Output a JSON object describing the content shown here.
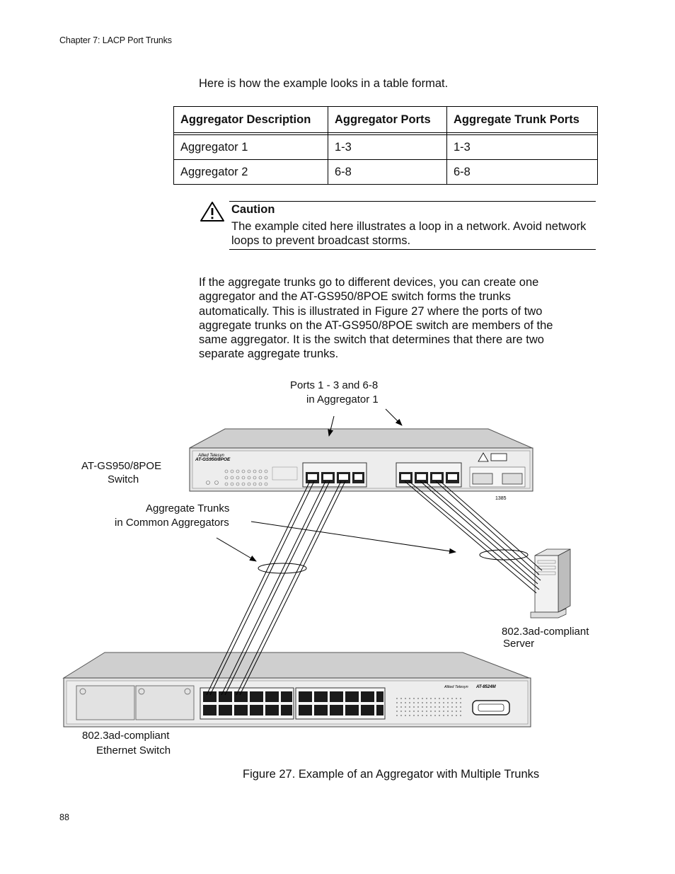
{
  "header": {
    "chapter": "Chapter 7: LACP Port Trunks"
  },
  "intro_text": "Here is how the example looks in a table format.",
  "table": {
    "columns": [
      "Aggregator Description",
      "Aggregator Ports",
      "Aggregate Trunk Ports"
    ],
    "rows": [
      [
        "Aggregator 1",
        "1-3",
        "1-3"
      ],
      [
        "Aggregator 2",
        "6-8",
        "6-8"
      ]
    ]
  },
  "caution": {
    "icon": "warning-triangle-icon",
    "title": "Caution",
    "text": "The example cited here illustrates a loop in a network. Avoid network loops to prevent broadcast storms."
  },
  "body_paragraph": "If the aggregate trunks go to different devices, you can create one aggregator and the AT-GS950/8POE switch forms the trunks automatically. This is illustrated in Figure 27 where the ports of two aggregate trunks on the AT-GS950/8POE switch are members of the same aggregator. It is the switch that determines that there are two separate aggregate trunks.",
  "figure": {
    "labels": {
      "ports_line1": "Ports 1 - 3 and 6-8",
      "ports_line2": "in Aggregator 1",
      "switch_line1": "AT-GS950/8POE",
      "switch_line2": "Switch",
      "trunks_line1": "Aggregate Trunks",
      "trunks_line2": "in Common Aggregators",
      "server_line1": "802.3ad-compliant",
      "server_line2": "Server",
      "eth_line1": "802.3ad-compliant",
      "eth_line2": "Ethernet Switch",
      "figure_id": "1385"
    },
    "device_text": {
      "top_brand": "Allied Telesyn",
      "top_model": "AT-GS950/8POE",
      "bottom_brand": "Allied Telesyn",
      "bottom_model": "AT-8524M"
    },
    "caption": "Figure 27. Example of an Aggregator with Multiple Trunks"
  },
  "page_number": "88"
}
